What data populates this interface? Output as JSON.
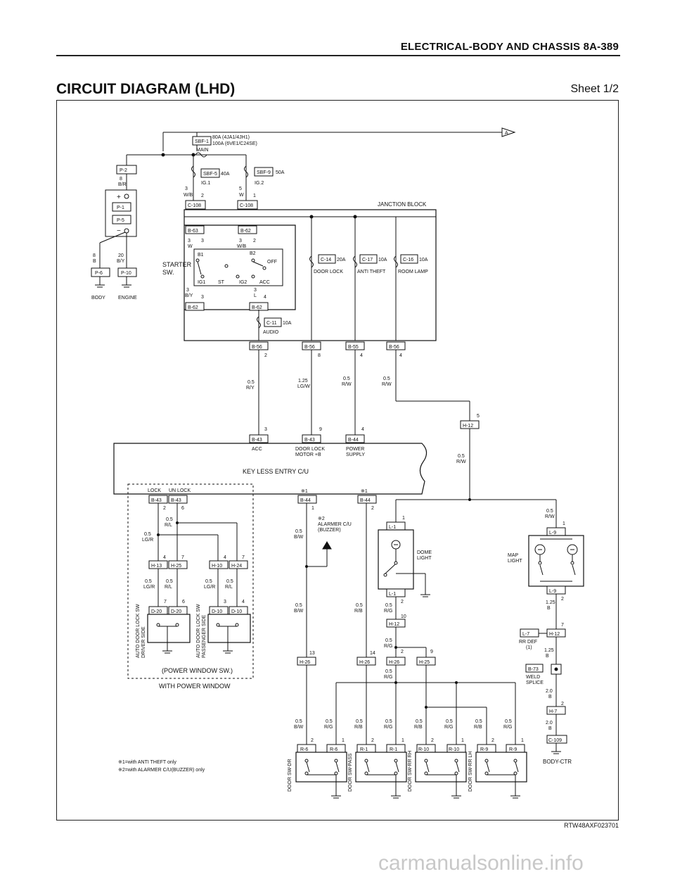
{
  "header": {
    "section": "ELECTRICAL-BODY AND CHASSIS 8A-389"
  },
  "title": "CIRCUIT DIAGRAM (LHD)",
  "sheet": "Sheet 1/2",
  "figure_code": "RTW48AXF023701",
  "watermark": "carmanualsonline.info",
  "diagram": {
    "main_fuse": {
      "id": "SBF-1",
      "rating1": "80A (4JA1/4JH1)",
      "rating2": "100A (6VE1/C24SE)",
      "name": "MAIN"
    },
    "arrow_label": "A",
    "fuse_ig1": {
      "id": "SBF-5",
      "rating": "40A",
      "name": "IG.1"
    },
    "fuse_ig2": {
      "id": "SBF-9",
      "rating": "50A",
      "name": "IG.2"
    },
    "junction_block": "JANCTION BLOCK",
    "starter": {
      "label1": "STARTER",
      "label2": "SW.",
      "b1": "B1",
      "b2": "B2",
      "off": "OFF",
      "ig1": "IG1",
      "st": "ST",
      "ig2": "IG2",
      "acc": "ACC"
    },
    "fuses_jb": [
      {
        "id": "C-14",
        "rating": "20A",
        "name": "DOOR LOCK"
      },
      {
        "id": "C-17",
        "rating": "10A",
        "name": "ANTI THEFT"
      },
      {
        "id": "C-16",
        "rating": "10A",
        "name": "ROOM LAMP"
      },
      {
        "id": "C-11",
        "rating": "10A",
        "name": "AUDIO"
      }
    ],
    "battery": {
      "p2": "P-2",
      "p1": "P-1",
      "p5": "P-5",
      "p6": "P-6",
      "p10": "P-10",
      "plus": "+",
      "minus": "−",
      "body": "BODY",
      "engine": "ENGINE",
      "w_p2": "8",
      "c_p2": "B/R",
      "w_p6": "8",
      "c_p6": "B",
      "w_p10": "20",
      "c_p10": "B/Y"
    },
    "conn": {
      "c108": "C-108",
      "b63": "B-63",
      "b62": "B-62",
      "b56": "B-56",
      "b55": "B-55",
      "b43": "B-43",
      "b44": "B-44",
      "h12": "H-12",
      "h13": "H-13",
      "h25": "H-25",
      "h10": "H-10",
      "h24": "H-24",
      "h26": "H-26",
      "d20": "D-20",
      "d10": "D-10",
      "l1": "L-1",
      "l9": "L-9",
      "l7": "L-7",
      "b73": "B-73",
      "h7": "H-7",
      "c109": "C-109",
      "r6": "R-6",
      "r1": "R-1",
      "r10": "R-10",
      "r9": "R-9"
    },
    "pins": {
      "p1": "1",
      "p2": "2",
      "p3": "3",
      "p4": "4",
      "p5": "5",
      "p6": "6",
      "p7": "7",
      "p8": "8",
      "p9": "9",
      "p10": "10",
      "p13": "13",
      "p14": "14"
    },
    "wires": {
      "w3": "3",
      "w5": "5",
      "w05": "0.5",
      "w125": "1.25",
      "w20": "2.0",
      "wb": "W/B",
      "w": "W",
      "by": "B/Y",
      "l": "L",
      "ry": "R/Y",
      "lgw": "LG/W",
      "rw": "R/W",
      "rl": "R/L",
      "lgr": "LG/R",
      "bw": "B/W",
      "rb": "R/B",
      "rg": "R/G",
      "b": "B"
    },
    "ecu": {
      "name": "KEY LESS ENTRY C/U",
      "acc": "ACC",
      "door_lock1": "DOOR LOCK",
      "door_lock2": "MOTOR +B",
      "power1": "POWER",
      "power2": "SUPPLY"
    },
    "lock": "LOCK",
    "unlock": "UN LOCK",
    "note1_mark": "※1",
    "note2_mark": "※2",
    "alarmer1": "ALARMER C/U",
    "alarmer2": "(BUZZER)",
    "dome1": "DOME",
    "dome2": "LIGHT",
    "map1": "MAP",
    "map2": "LIGHT",
    "rrdef1": "RR DEF",
    "rrdef2": "(1)",
    "weld1": "WELD",
    "weld2": "SPLICE",
    "body_ctr": "BODY-CTR",
    "auto_door_driver1": "AUTO DOOR LOCK SW",
    "auto_door_driver2": "DRIVER SIDE",
    "auto_door_pass1": "AUTO DOOR LOCK SW",
    "auto_door_pass2": "PASSENGER SIDE",
    "power_window_sw": "(POWER WINDOW SW.)",
    "with_power_window": "WITH POWER WINDOW",
    "door_sw": [
      "DOOR SW-DR",
      "DOOR SW-PASS",
      "DOOR SW-RR RH",
      "DOOR SW-RR LH"
    ],
    "notes": [
      "※1=with ANTI THEFT only",
      "※2=with ALARMER C/U(BUZZER) only"
    ]
  }
}
